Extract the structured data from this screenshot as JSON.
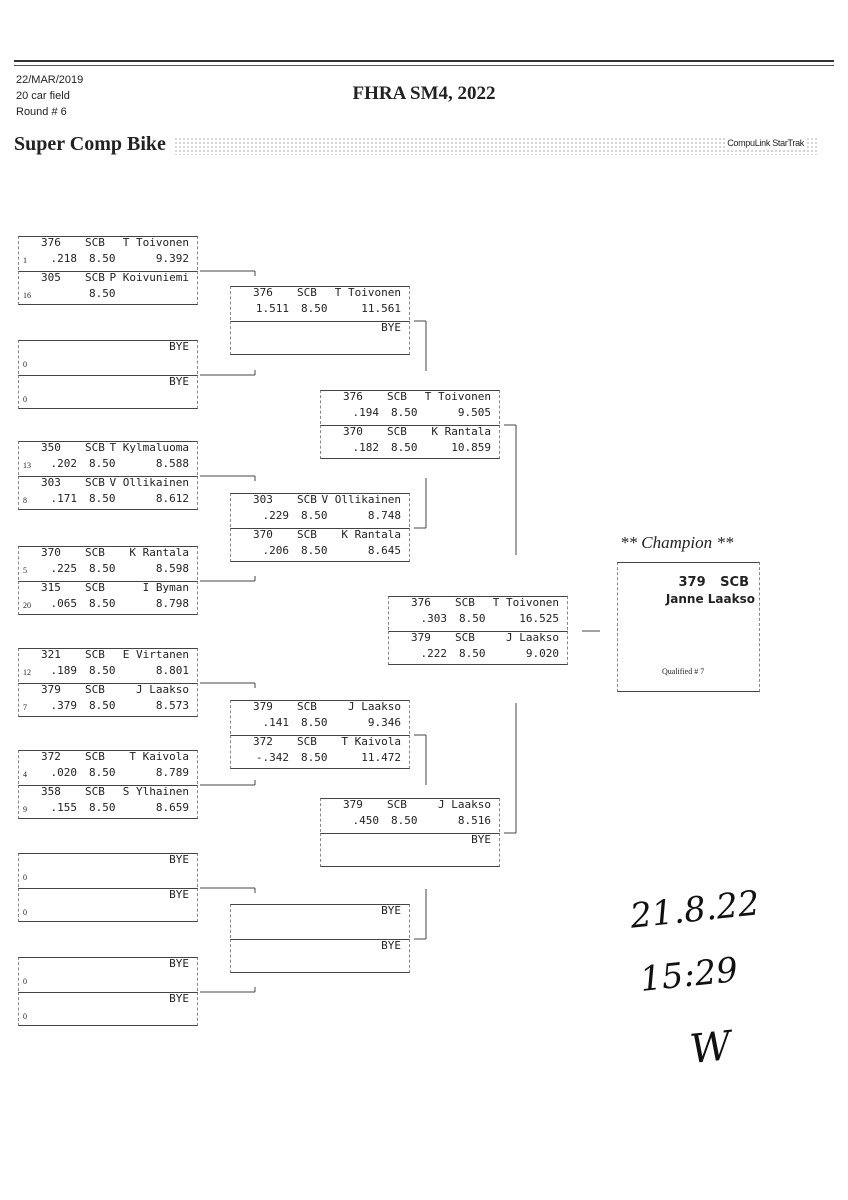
{
  "header": {
    "date": "22/MAR/2019",
    "field": "20 car field",
    "round": "Round # 6",
    "event_title": "FHRA SM4, 2022",
    "class_name": "Super Comp Bike",
    "brand": "CompuLink StarTrak"
  },
  "rounds": [
    {
      "matches": [
        {
          "slots": [
            {
              "car": "376",
              "cls": "SCB",
              "name": "T Toivonen",
              "seed": "1",
              "rt": ".218",
              "dial": "8.50",
              "et": "9.392"
            },
            {
              "car": "305",
              "cls": "SCB",
              "name": "P Koivuniemi",
              "seed": "16",
              "rt": "",
              "dial": "8.50",
              "et": ""
            }
          ]
        },
        {
          "slots": [
            {
              "car": "",
              "cls": "",
              "name": "BYE",
              "seed": "0",
              "rt": "",
              "dial": "",
              "et": ""
            },
            {
              "car": "",
              "cls": "",
              "name": "BYE",
              "seed": "0",
              "rt": "",
              "dial": "",
              "et": ""
            }
          ]
        },
        {
          "slots": [
            {
              "car": "350",
              "cls": "SCB",
              "name": "T Kylmaluoma",
              "seed": "13",
              "rt": ".202",
              "dial": "8.50",
              "et": "8.588"
            },
            {
              "car": "303",
              "cls": "SCB",
              "name": "V Ollikainen",
              "seed": "8",
              "rt": ".171",
              "dial": "8.50",
              "et": "8.612"
            }
          ]
        },
        {
          "slots": [
            {
              "car": "370",
              "cls": "SCB",
              "name": "K Rantala",
              "seed": "5",
              "rt": ".225",
              "dial": "8.50",
              "et": "8.598"
            },
            {
              "car": "315",
              "cls": "SCB",
              "name": "I Byman",
              "seed": "20",
              "rt": ".065",
              "dial": "8.50",
              "et": "8.798"
            }
          ]
        },
        {
          "slots": [
            {
              "car": "321",
              "cls": "SCB",
              "name": "E Virtanen",
              "seed": "12",
              "rt": ".189",
              "dial": "8.50",
              "et": "8.801"
            },
            {
              "car": "379",
              "cls": "SCB",
              "name": "J Laakso",
              "seed": "7",
              "rt": ".379",
              "dial": "8.50",
              "et": "8.573"
            }
          ]
        },
        {
          "slots": [
            {
              "car": "372",
              "cls": "SCB",
              "name": "T Kaivola",
              "seed": "4",
              "rt": ".020",
              "dial": "8.50",
              "et": "8.789"
            },
            {
              "car": "358",
              "cls": "SCB",
              "name": "S Ylhainen",
              "seed": "9",
              "rt": ".155",
              "dial": "8.50",
              "et": "8.659"
            }
          ]
        },
        {
          "slots": [
            {
              "car": "",
              "cls": "",
              "name": "BYE",
              "seed": "0",
              "rt": "",
              "dial": "",
              "et": ""
            },
            {
              "car": "",
              "cls": "",
              "name": "BYE",
              "seed": "0",
              "rt": "",
              "dial": "",
              "et": ""
            }
          ]
        },
        {
          "slots": [
            {
              "car": "",
              "cls": "",
              "name": "BYE",
              "seed": "0",
              "rt": "",
              "dial": "",
              "et": ""
            },
            {
              "car": "",
              "cls": "",
              "name": "BYE",
              "seed": "0",
              "rt": "",
              "dial": "",
              "et": ""
            }
          ]
        }
      ]
    },
    {
      "matches": [
        {
          "slots": [
            {
              "car": "376",
              "cls": "SCB",
              "name": "T Toivonen",
              "seed": "",
              "rt": "1.511",
              "dial": "8.50",
              "et": "11.561"
            },
            {
              "car": "",
              "cls": "",
              "name": "BYE",
              "seed": "",
              "rt": "",
              "dial": "",
              "et": ""
            }
          ]
        },
        {
          "slots": [
            {
              "car": "303",
              "cls": "SCB",
              "name": "V Ollikainen",
              "seed": "",
              "rt": ".229",
              "dial": "8.50",
              "et": "8.748"
            },
            {
              "car": "370",
              "cls": "SCB",
              "name": "K Rantala",
              "seed": "",
              "rt": ".206",
              "dial": "8.50",
              "et": "8.645"
            }
          ]
        },
        {
          "slots": [
            {
              "car": "379",
              "cls": "SCB",
              "name": "J Laakso",
              "seed": "",
              "rt": ".141",
              "dial": "8.50",
              "et": "9.346"
            },
            {
              "car": "372",
              "cls": "SCB",
              "name": "T Kaivola",
              "seed": "",
              "rt": "-.342",
              "dial": "8.50",
              "et": "11.472"
            }
          ]
        },
        {
          "slots": [
            {
              "car": "",
              "cls": "",
              "name": "BYE",
              "seed": "",
              "rt": "",
              "dial": "",
              "et": ""
            },
            {
              "car": "",
              "cls": "",
              "name": "BYE",
              "seed": "",
              "rt": "",
              "dial": "",
              "et": ""
            }
          ]
        }
      ]
    },
    {
      "matches": [
        {
          "slots": [
            {
              "car": "376",
              "cls": "SCB",
              "name": "T Toivonen",
              "seed": "",
              "rt": ".194",
              "dial": "8.50",
              "et": "9.505"
            },
            {
              "car": "370",
              "cls": "SCB",
              "name": "K Rantala",
              "seed": "",
              "rt": ".182",
              "dial": "8.50",
              "et": "10.859"
            }
          ]
        },
        {
          "slots": [
            {
              "car": "379",
              "cls": "SCB",
              "name": "J Laakso",
              "seed": "",
              "rt": ".450",
              "dial": "8.50",
              "et": "8.516"
            },
            {
              "car": "",
              "cls": "",
              "name": "BYE",
              "seed": "",
              "rt": "",
              "dial": "",
              "et": ""
            }
          ]
        }
      ]
    },
    {
      "matches": [
        {
          "slots": [
            {
              "car": "376",
              "cls": "SCB",
              "name": "T Toivonen",
              "seed": "",
              "rt": ".303",
              "dial": "8.50",
              "et": "16.525"
            },
            {
              "car": "379",
              "cls": "SCB",
              "name": "J Laakso",
              "seed": "",
              "rt": ".222",
              "dial": "8.50",
              "et": "9.020"
            }
          ]
        }
      ]
    }
  ],
  "champion": {
    "heading": "** Champion **",
    "car_class": "379 SCB",
    "name": "Janne Laakso",
    "qualified": "Qualified # 7"
  },
  "handwritten": {
    "date": "21.8.22",
    "time": "15:29",
    "signature": "W"
  }
}
